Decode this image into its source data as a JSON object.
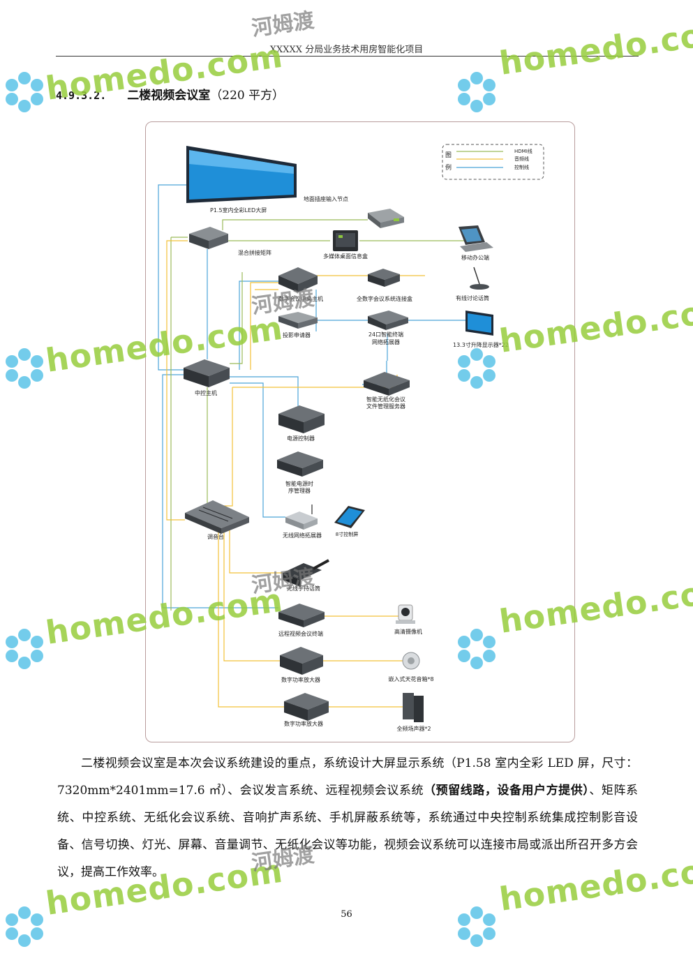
{
  "header": {
    "title": "XXXXX 分局业务技术用房智能化项目"
  },
  "section": {
    "number": "4.9.3.2.",
    "title": "二楼视频会议室",
    "subtitle": "（220 平方）"
  },
  "diagram": {
    "legend": {
      "title_top": "图",
      "title_bottom": "例",
      "items": [
        {
          "label": "HDMI线",
          "color": "#9bbb59"
        },
        {
          "label": "音频线",
          "color": "#f2c037"
        },
        {
          "label": "控制线",
          "color": "#4aa3d8"
        }
      ]
    },
    "devices": {
      "led_screen": "P1.5室内全彩LED大屏",
      "floor_input": "地面插座输入节点",
      "hybrid_matrix": "混合拼接矩阵",
      "media_box": "多媒体桌面信息盒",
      "mobile_office": "移动办公端",
      "digital_host": "数字会议中央主机",
      "conf_connector": "全数字会议系统连接盒",
      "wired_mic": "有线讨论话筒",
      "projector_ctrl": "投影申请器",
      "switch24": "24口智能终端",
      "switch24_b": "网络拓展器",
      "lift_display": "13.3寸升降显示器*22",
      "central_ctrl": "中控主机",
      "paperless_server": "智能无纸化会议",
      "paperless_server_b": "文件管理服务器",
      "power_ctrl": "电源控制器",
      "smart_power": "智能电源时",
      "smart_power_b": "序管理器",
      "mixer": "调音台",
      "wifi_ext": "无线网络拓展器",
      "tablet": "8寸控制屏",
      "wireless_mic": "无线手持话筒",
      "video_terminal": "远程视频会议终端",
      "hd_camera": "高清摄像机",
      "amp1": "数字功率放大器",
      "ceiling_speaker": "嵌入式天花音箱*8",
      "amp2": "数字功率放大器",
      "full_speaker": "全频场声器*2"
    }
  },
  "paragraph": {
    "part1": "二楼视频会议室是本次会议系统建设的重点，系统设计大屏显示系统（P1.58 室内全彩 LED 屏，尺寸：7320mm*2401mm=17.6 ㎡）、会议发言系统、远程视频会议系统",
    "bold": "（预留线路，设备用户方提供）",
    "part2": "、矩阵系统、中控系统、无纸化会议系统、音响扩声系统、手机屏蔽系统等，系统通过中央控制系统集成控制影音设备、信号切换、灯光、屏幕、音量调节、无纸化会议等功能，视频会议系统可以连接市局或派出所召开多方会议，提高工作效率。"
  },
  "watermark": {
    "latin": "homedo.com",
    "chinese": "河姆渡"
  },
  "page_number": "56"
}
